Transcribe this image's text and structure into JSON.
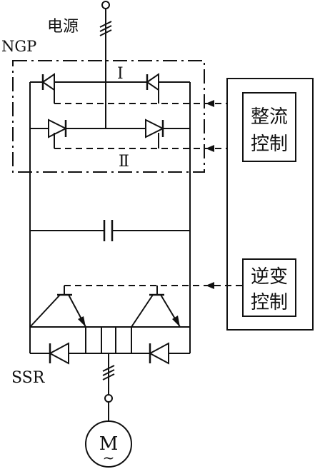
{
  "labels": {
    "power_source": "电源",
    "ngp": "NGP",
    "bridge_1": "Ⅰ",
    "bridge_2": "Ⅱ",
    "rectifier_control_line1": "整流",
    "rectifier_control_line2": "控制",
    "inverter_control_line1": "逆变",
    "inverter_control_line2": "控制",
    "ssr": "SSR",
    "motor": "M",
    "motor_ac_symbol": "~"
  }
}
